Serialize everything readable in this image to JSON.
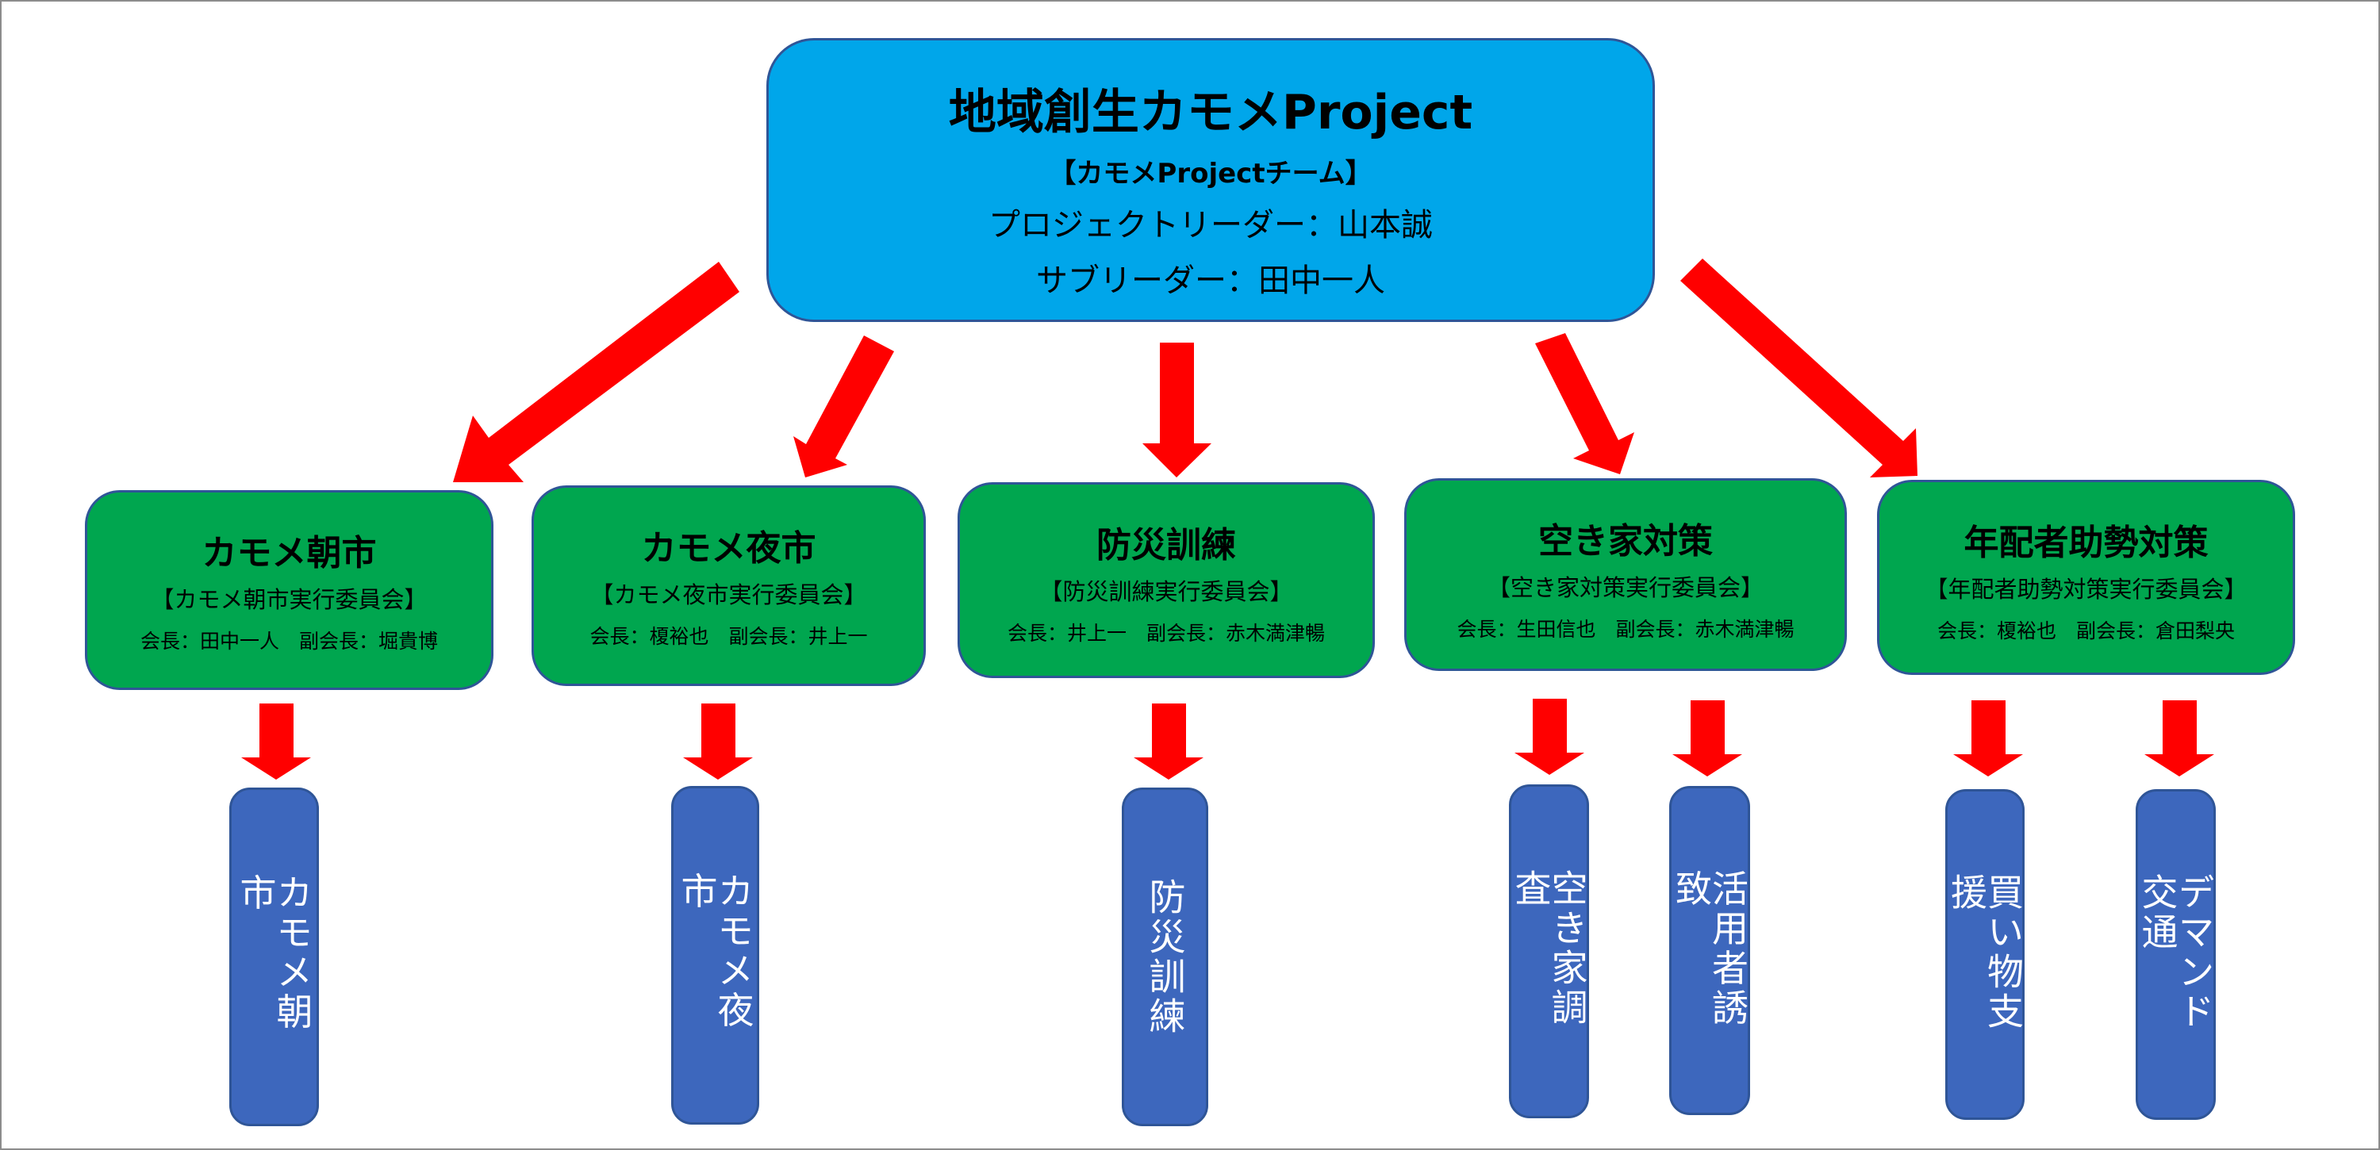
{
  "top": {
    "title": "地域創生カモメProject",
    "team": "【カモメProjectチーム】",
    "leader": "プロジェクトリーダー：山本誠",
    "sub_leader": "サブリーダー：田中一人",
    "color": "#00a6ea"
  },
  "committees": [
    {
      "title": "カモメ朝市",
      "committee": "【カモメ朝市実行委員会】",
      "leaders": "会長：田中一人　副会長：堀貴博"
    },
    {
      "title": "カモメ夜市",
      "committee": "【カモメ夜市実行委員会】",
      "leaders": "会長：榎裕也　副会長：井上一"
    },
    {
      "title": "防災訓練",
      "committee": "【防災訓練実行委員会】",
      "leaders": "会長：井上一　副会長：赤木満津暢"
    },
    {
      "title": "空き家対策",
      "committee": "【空き家対策実行委員会】",
      "leaders": "会長：生田信也　副会長：赤木満津暢"
    },
    {
      "title": "年配者助勢対策",
      "committee": "【年配者助勢対策実行委員会】",
      "leaders": "会長：榎裕也　副会長：倉田梨央"
    }
  ],
  "activities": [
    {
      "label": "カモメ朝市",
      "parent": 0
    },
    {
      "label": "カモメ夜市",
      "parent": 1
    },
    {
      "label": "防災訓練",
      "parent": 2
    },
    {
      "label": "空き家調査",
      "parent": 3
    },
    {
      "label": "活用者誘致",
      "parent": 3
    },
    {
      "label": "買い物支援",
      "parent": 4
    },
    {
      "label": "デマンド交通",
      "parent": 4
    }
  ],
  "colors": {
    "committee_fill": "#00a64f",
    "activity_fill": "#3d67bd",
    "arrow": "#ff0000",
    "border": "#2f5597"
  }
}
